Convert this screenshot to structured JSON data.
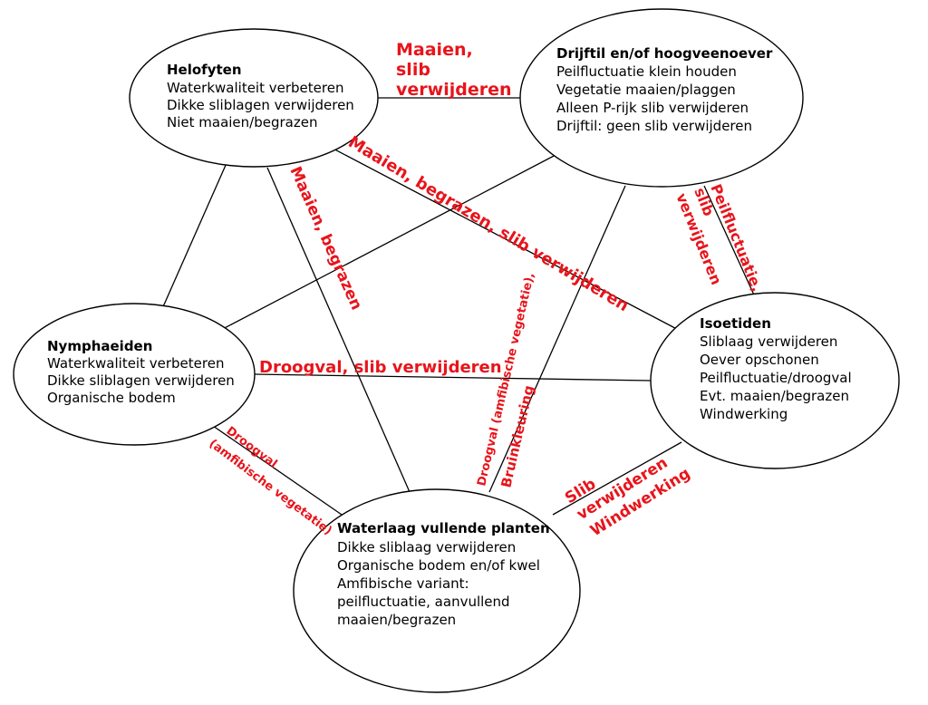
{
  "colors": {
    "line": "#000000",
    "label": "#e8141b",
    "background": "#ffffff"
  },
  "nodes": {
    "helofyten": {
      "title": "Helofyten",
      "lines": [
        "Waterkwaliteit verbeteren",
        "Dikke sliblagen verwijderen",
        "Niet maaien/begrazen"
      ]
    },
    "drijftil": {
      "title": "Drijftil en/of hoogveenoever",
      "lines": [
        "Peilfluctuatie klein houden",
        "Vegetatie maaien/plaggen",
        "Alleen P-rijk slib verwijderen",
        "Drijftil: geen slib verwijderen"
      ]
    },
    "nymphaeiden": {
      "title": "Nymphaeiden",
      "lines": [
        "Waterkwaliteit verbeteren",
        "Dikke sliblagen verwijderen",
        "Organische bodem"
      ]
    },
    "isoetiden": {
      "title": "Isoetiden",
      "lines": [
        "Sliblaag verwijderen",
        "Oever opschonen",
        "Peilfluctuatie/droogval",
        "Evt. maaien/begrazen",
        "Windwerking"
      ]
    },
    "waterlaag": {
      "title": "Waterlaag vullende planten",
      "lines": [
        "Dikke sliblaag verwijderen",
        "Organische bodem en/of kwel",
        "Amfibische variant:",
        "peilfluctuatie, aanvullend",
        "maaien/begrazen"
      ]
    }
  },
  "edge_labels": {
    "helofyten_drijftil": [
      "Maaien,",
      "slib",
      "verwijderen"
    ],
    "helofyten_isoetiden": "Maaien, begrazen, slib verwijderen",
    "helofyten_waterlaag": "Maaien, begrazen",
    "drijftil_isoetiden": [
      "Peilfluctuatie,",
      "slib",
      "verwijderen"
    ],
    "nymphaeiden_isoetiden": "Droogval, slib verwijderen",
    "drijftil_waterlaag": [
      "Droogval (amfibische vegetatie),",
      "Bruinkleuring"
    ],
    "nymphaeiden_waterlaag": [
      "Droogval",
      "(amfibische vegetatie)"
    ],
    "isoetiden_waterlaag": [
      "Slib",
      "verwijderen",
      "Windwerking"
    ]
  }
}
